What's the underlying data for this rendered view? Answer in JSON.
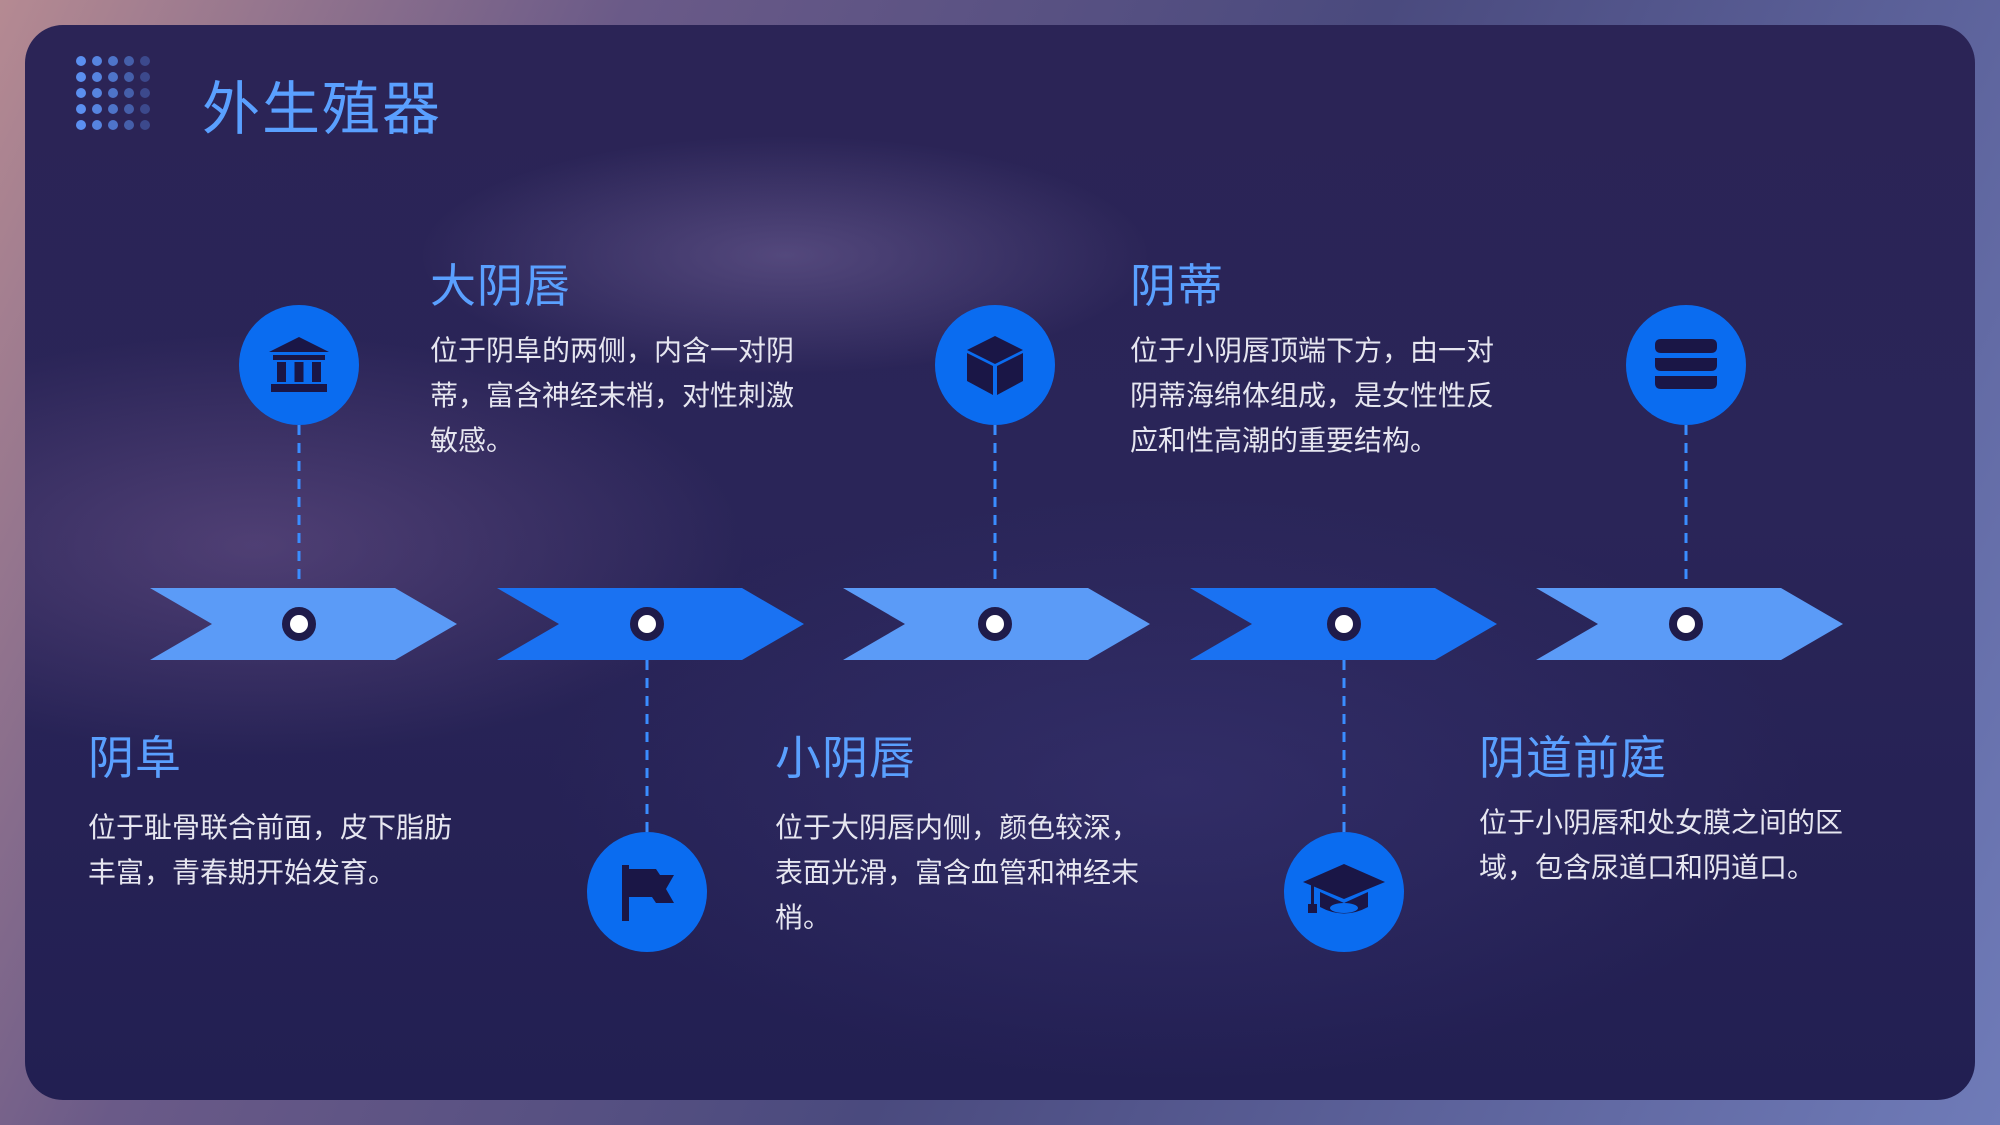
{
  "page": {
    "title": "外生殖器"
  },
  "colors": {
    "accent": "#5aa0ff",
    "icon_circle": "#0a6cf0",
    "arrow_light": "#5b9bf7",
    "arrow_dark": "#1a72f2",
    "text": "#e6e6f0"
  },
  "timeline": {
    "items": [
      {
        "title": "阴阜",
        "desc_lines": [
          "位于耻骨联合前面，皮下脂肪",
          "丰富，青春期开始发育。"
        ],
        "icon": "bank-icon",
        "position": "below"
      },
      {
        "title": "大阴唇",
        "desc_lines": [
          "位于阴阜的两侧，内含一对阴",
          "蒂，富含神经末梢，对性刺激",
          "敏感。"
        ],
        "icon": "flag-icon",
        "position": "above"
      },
      {
        "title": "小阴唇",
        "desc_lines": [
          "位于大阴唇内侧，颜色较深，",
          "表面光滑，富含血管和神经末",
          "梢。"
        ],
        "icon": "cube-icon",
        "position": "below"
      },
      {
        "title": "阴蒂",
        "desc_lines": [
          "位于小阴唇顶端下方，由一对",
          "阴蒂海绵体组成，是女性性反",
          "应和性高潮的重要结构。"
        ],
        "icon": "graduation-cap-icon",
        "position": "above"
      },
      {
        "title": "阴道前庭",
        "desc_lines": [
          "位于小阴唇和处女膜之间的区",
          "域，包含尿道口和阴道口。"
        ],
        "icon": "layers-icon",
        "position": "below"
      }
    ]
  }
}
